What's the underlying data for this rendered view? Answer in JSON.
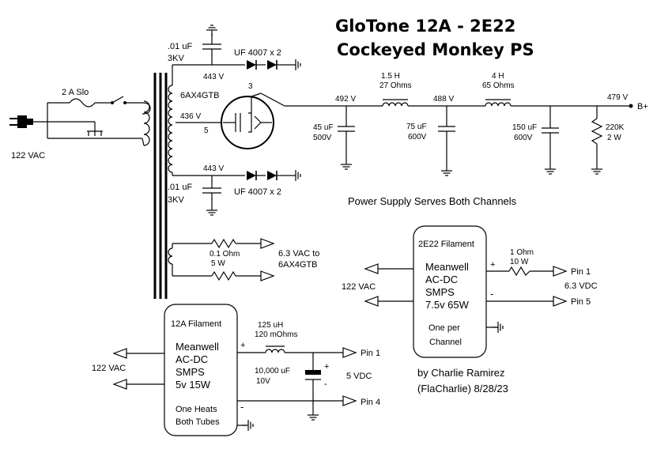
{
  "title": {
    "line1": "GloTone 12A  -  2E22",
    "line2": "Cockeyed Monkey PS"
  },
  "mains": {
    "fuse": "2 A Slo",
    "voltage": "122 VAC"
  },
  "transformer": {
    "filter_cap_top_value": ".01 uF",
    "filter_cap_top_voltage": "3KV",
    "filter_cap_bottom_value": ".01 uF",
    "filter_cap_bottom_voltage": "3KV",
    "diode_top": "UF 4007 x 2",
    "diode_bottom": "UF 4007 x 2",
    "voltage_top": "443 V",
    "voltage_bottom": "443 V",
    "voltage_center": "436 V",
    "tube": "6AX4GTB",
    "pin3": "3",
    "pin5": "5"
  },
  "heater": {
    "res_value": "0.1 Ohm",
    "res_watt": "5 W",
    "out_line1": "6.3 VAC to",
    "out_line2": "6AX4GTB"
  },
  "filter": {
    "v1": "492 V",
    "cap1_value": "45 uF",
    "cap1_voltage": "500V",
    "choke1_value": "1.5 H",
    "choke1_res": "27 Ohms",
    "v2": "488 V",
    "cap2_value": "75 uF",
    "cap2_voltage": "600V",
    "choke2_value": "4 H",
    "choke2_res": "65 Ohms",
    "cap3_value": "150 uF",
    "cap3_voltage": "600V",
    "v3": "479 V",
    "res_value": "220K",
    "res_watt": "2 W",
    "bplus": "B+"
  },
  "note_serves": "Power Supply Serves Both Channels",
  "psu_2e22": {
    "title": "2E22 Filament",
    "line1": "Meanwell",
    "line2": "AC-DC",
    "line3": "SMPS",
    "line4": "7.5v  65W",
    "note1": "One per",
    "note2": "Channel",
    "input": "122 VAC",
    "plus": "+",
    "minus": "-",
    "res_value": "1 Ohm",
    "res_watt": "10 W",
    "pin_a": "Pin 1",
    "pin_b": "Pin 5",
    "out_voltage": "6.3 VDC"
  },
  "psu_12a": {
    "title": "12A Filament",
    "line1": "Meanwell",
    "line2": "AC-DC",
    "line3": "SMPS",
    "line4": "5v  15W",
    "note1": "One Heats",
    "note2": "Both Tubes",
    "input": "122 VAC",
    "plus": "+",
    "minus": "-",
    "ind_value": "125 uH",
    "ind_res": "120 mOhms",
    "cap_value": "10,000 uF",
    "cap_voltage": "10V",
    "cap_plus": "+",
    "cap_minus": "-",
    "pin_a": "Pin 1",
    "pin_b": "Pin 4",
    "out_voltage": "5 VDC"
  },
  "credit": {
    "line1": "by Charlie Ramirez",
    "line2": "(FlaCharlie) 8/28/23"
  }
}
